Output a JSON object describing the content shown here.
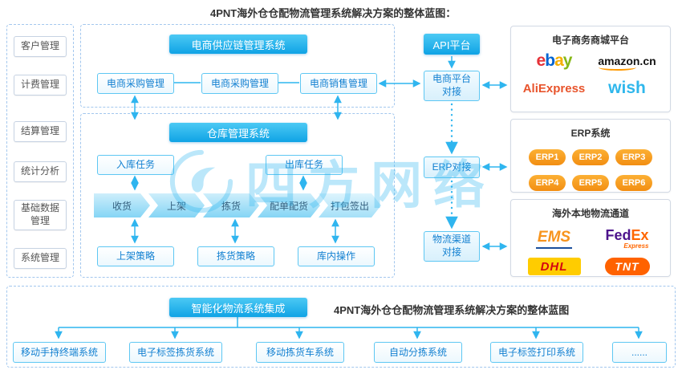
{
  "page": {
    "title": "4PNT海外仓仓配物流管理系统解决方案的整体蓝图：",
    "watermark": "四方网络"
  },
  "sidebar": {
    "items": [
      "客户管理",
      "计费管理",
      "结算管理",
      "统计分析",
      "基础数据\n管理",
      "系统管理"
    ]
  },
  "supply_chain": {
    "header": "电商供应链管理系统",
    "nodes": [
      "电商采购管理",
      "电商采购管理",
      "电商销售管理"
    ]
  },
  "warehouse": {
    "header": "仓库管理系统",
    "inbound": "入库任务",
    "outbound": "出库任务",
    "flow": [
      "收货",
      "上架",
      "拣货",
      "配单配货",
      "打包签出"
    ],
    "strategies": [
      "上架策略",
      "拣货策略",
      "库内操作"
    ]
  },
  "api": {
    "header": "API平台",
    "ecom_link": "电商平台\n对接",
    "erp_link": "ERP对接",
    "logistics_link": "物流渠道\n对接"
  },
  "right": {
    "ecommerce": {
      "title": "电子商务商城平台",
      "ebay": [
        "e",
        "b",
        "a",
        "y"
      ],
      "amazon": "amazon.cn",
      "aliexpress": "AliExpress",
      "wish": "wish"
    },
    "erp": {
      "title": "ERP系统",
      "items": [
        "ERP1",
        "ERP2",
        "ERP3",
        "ERP4",
        "ERP5",
        "ERP6"
      ]
    },
    "logistics": {
      "title": "海外本地物流通道",
      "ems": "EMS",
      "fedex": {
        "p1": "Fed",
        "p2": "Ex",
        "sub": "Express"
      },
      "dhl": "DHL",
      "tnt": "TNT"
    }
  },
  "bottom": {
    "header": "智能化物流系统集成",
    "caption": "4PNT海外仓仓配物流管理系统解决方案的整体蓝图",
    "items": [
      "移动手持终端系统",
      "电子标签拣货系统",
      "移动拣货车系统",
      "自动分拣系统",
      "电子标签打印系统",
      "......"
    ]
  },
  "colors": {
    "accent": "#2fb5ef",
    "header_blue_top": "#4cc9f4",
    "header_blue_bottom": "#0fa3e5",
    "erp_orange": "#f7a21b"
  }
}
